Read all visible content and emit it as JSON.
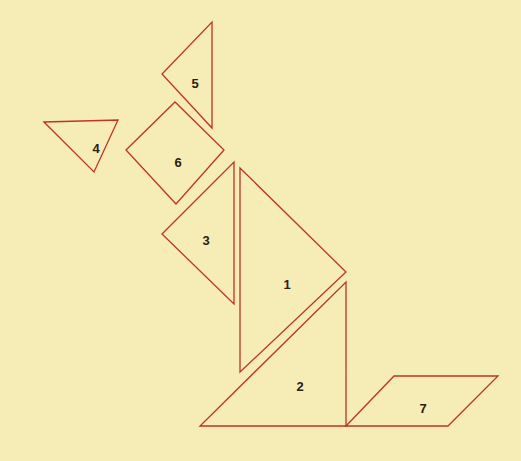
{
  "diagram": {
    "nodes": [
      {
        "text": [
          "5"
        ]
      },
      {
        "text": [
          "4"
        ]
      },
      {
        "text": [
          "6"
        ]
      },
      {
        "text": [
          "3"
        ]
      },
      {
        "text": [
          "1"
        ]
      },
      {
        "text": [
          "2"
        ]
      },
      {
        "text": [
          "7"
        ]
      }
    ]
  }
}
